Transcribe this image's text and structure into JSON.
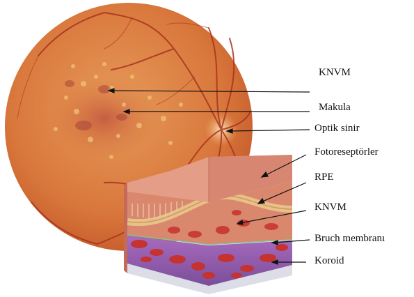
{
  "labels": {
    "knvm_top": "KNVM",
    "makula": "Makula",
    "optik_sinir": "Optik sinir",
    "fotoreseptorler": "Fotoreseptörler",
    "rpe": "RPE",
    "knvm_bottom": "KNVM",
    "bruch": "Bruch membranı",
    "koroid": "Koroid"
  },
  "colors": {
    "fundus_outer": "#d46a33",
    "fundus_inner": "#e8924f",
    "vessel": "#a8331f",
    "optic_disc": "#f7d8a8",
    "rpe_band": "#e8c08a",
    "bruch_line": "#7fc49a",
    "choroid_blood": "#c5322f",
    "choroid_tissue": "#9a62b4",
    "block_side": "#d98070",
    "block_base": "#e6e6ee"
  }
}
